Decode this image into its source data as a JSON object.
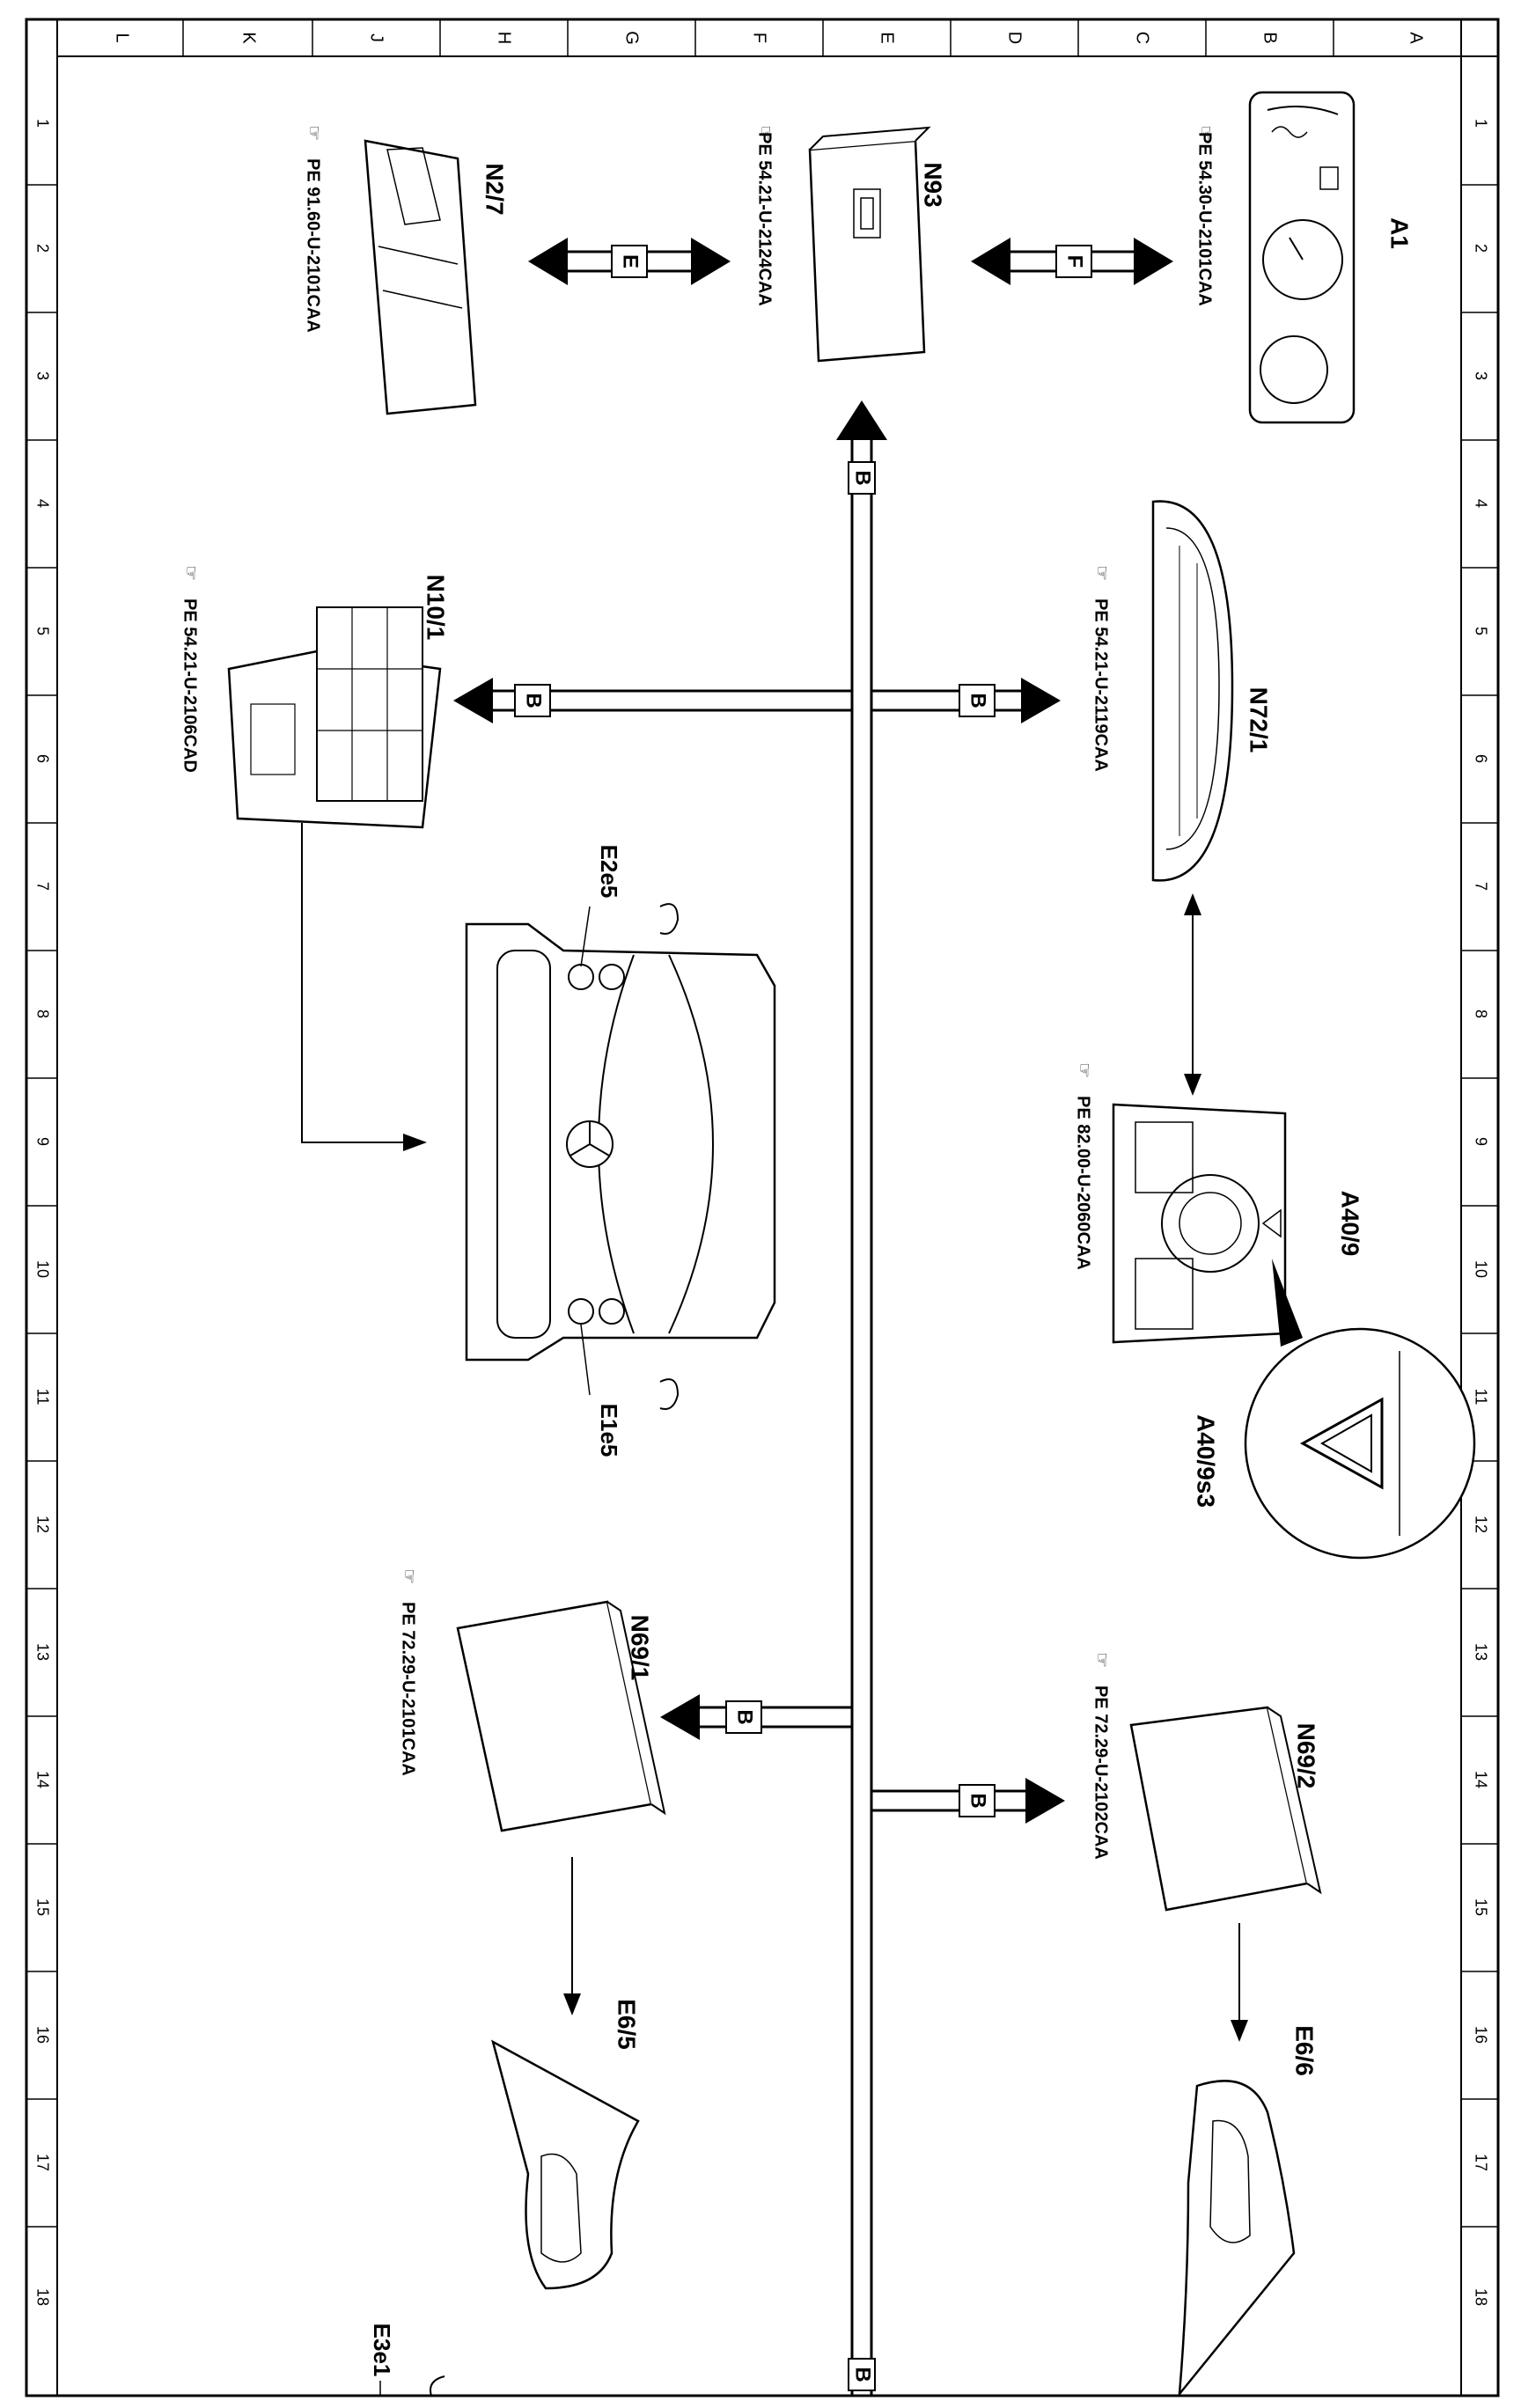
{
  "grid": {
    "columns": [
      "A",
      "B",
      "C",
      "D",
      "E",
      "F",
      "G",
      "H",
      "J",
      "K",
      "L"
    ],
    "rows": [
      "1",
      "2",
      "3",
      "4",
      "5",
      "6",
      "7",
      "8",
      "9",
      "10",
      "11",
      "12",
      "13",
      "14",
      "15",
      "16",
      "17",
      "18"
    ]
  },
  "components": {
    "A1": {
      "label": "A1",
      "ref": "PE  54.30-U-2101CAA"
    },
    "N93": {
      "label": "N93",
      "ref": "PE  54.21-U-2124CAA"
    },
    "N2_7": {
      "label": "N2/7",
      "ref": "PE  91.60-U-2101CAA"
    },
    "N72_1": {
      "label": "N72/1",
      "ref": "PE  54.21-U-2119CAA"
    },
    "N10_1": {
      "label": "N10/1",
      "ref": "PE  54.21-U-2106CAD"
    },
    "A40_9": {
      "label": "A40/9",
      "ref": "PE  82.00-U-2060CAA"
    },
    "A40_9s3": {
      "label": "A40/9s3"
    },
    "E2e5": {
      "label": "E2e5"
    },
    "E1e5": {
      "label": "E1e5"
    },
    "N69_1": {
      "label": "N69/1",
      "ref": "PE  72.29-U-2101CAA"
    },
    "N69_2": {
      "label": "N69/2",
      "ref": "PE  72.29-U-2102CAA"
    },
    "E6_5": {
      "label": "E6/5"
    },
    "E6_6": {
      "label": "E6/6"
    },
    "E3e1": {
      "label": "E3e1"
    }
  },
  "buses": {
    "can_b": "B",
    "can_e": "E",
    "can_f": "F"
  }
}
